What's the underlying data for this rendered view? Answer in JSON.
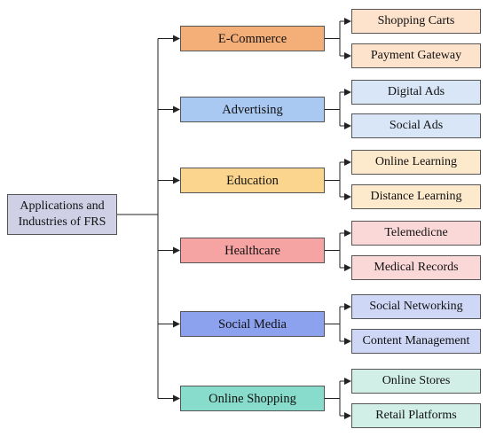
{
  "root": {
    "label": "Applications and Industries of FRS",
    "color": "#cfcfe6"
  },
  "categories": [
    {
      "label": "E-Commerce",
      "color": "#f4ae78",
      "leaf_color": "#fde2cc",
      "leaves": [
        "Shopping Carts",
        "Payment Gateway"
      ]
    },
    {
      "label": "Advertising",
      "color": "#a9c8f2",
      "leaf_color": "#d8e6f8",
      "leaves": [
        "Digital Ads",
        "Social Ads"
      ]
    },
    {
      "label": "Education",
      "color": "#fbd58d",
      "leaf_color": "#fde9cc",
      "leaves": [
        "Online Learning",
        "Distance Learning"
      ]
    },
    {
      "label": "Healthcare",
      "color": "#f6a3a3",
      "leaf_color": "#fbd8d8",
      "leaves": [
        "Telemedicne",
        "Medical Records"
      ]
    },
    {
      "label": "Social Media",
      "color": "#8da2ef",
      "leaf_color": "#cfd7f6",
      "leaves": [
        "Social Networking",
        "Content Management"
      ]
    },
    {
      "label": "Online Shopping",
      "color": "#88dccb",
      "leaf_color": "#d1efe7",
      "leaves": [
        "Online Stores",
        "Retail Platforms"
      ]
    }
  ]
}
